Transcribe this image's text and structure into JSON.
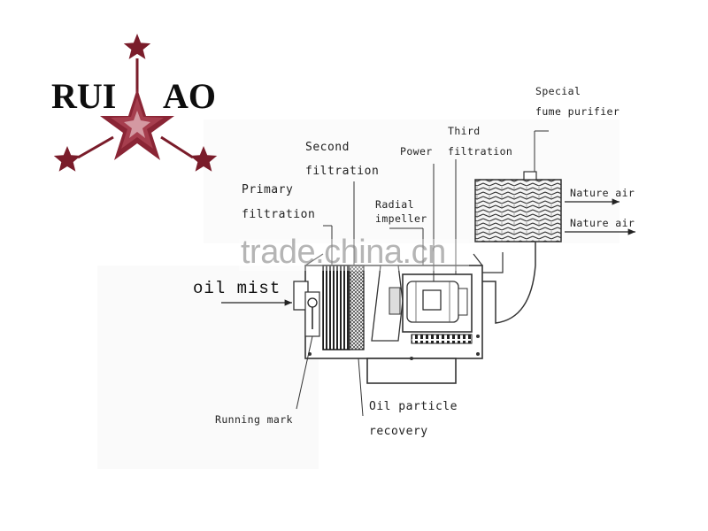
{
  "logo": {
    "word_left": "RUI",
    "word_right": "AO",
    "star_color": "#7a1c2a"
  },
  "labels": {
    "special_fume_purifier_line1": "Special",
    "special_fume_purifier_line2": "fume purifier",
    "third_filtration_line1": "Third",
    "third_filtration_line2": "filtration",
    "power": "Power",
    "second_filtration_line1": "Second",
    "second_filtration_line2": "filtration",
    "radial_impeller_line1": "Radial",
    "radial_impeller_line2": "impeller",
    "primary_filtration_line1": "Primary",
    "primary_filtration_line2": "filtration",
    "nature_air_1": "Nature air",
    "nature_air_2": "Nature air",
    "oil_mist": "oil mist",
    "running_mark": "Running mark",
    "oil_particle_recovery_line1": "Oil particle",
    "oil_particle_recovery_line2": "recovery"
  },
  "watermark": "trade.china.cn",
  "colors": {
    "line": "#333333",
    "watermark": "#8a8a8a"
  }
}
